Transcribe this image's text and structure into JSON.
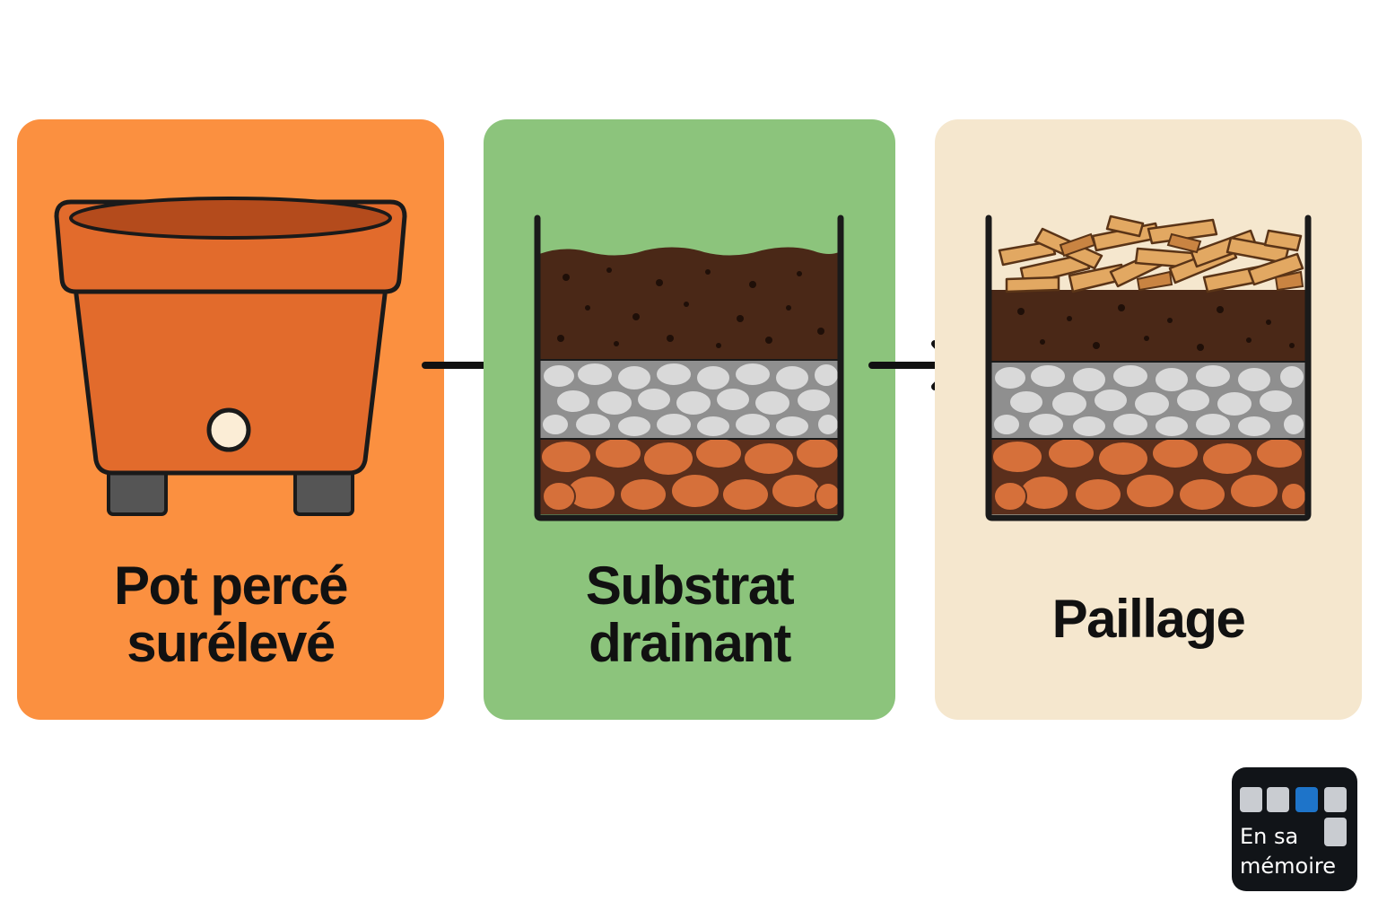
{
  "steps": [
    {
      "label_lines": [
        "Pot percé",
        "surélevé"
      ],
      "color": "#fb9040"
    },
    {
      "label_lines": [
        "Substrat",
        "drainant"
      ],
      "color": "#8cc47c"
    },
    {
      "label_lines": [
        "Paillage"
      ],
      "color": "#f5e7ce"
    }
  ],
  "icons": [
    "raised-pot-icon",
    "drainage-layers-icon",
    "mulch-layers-icon",
    "arrow-right-icon"
  ],
  "logo": {
    "line1": "En sa",
    "line2": "mémoire",
    "icon": "grid-squares-icon",
    "accent": "#1e74c9"
  }
}
